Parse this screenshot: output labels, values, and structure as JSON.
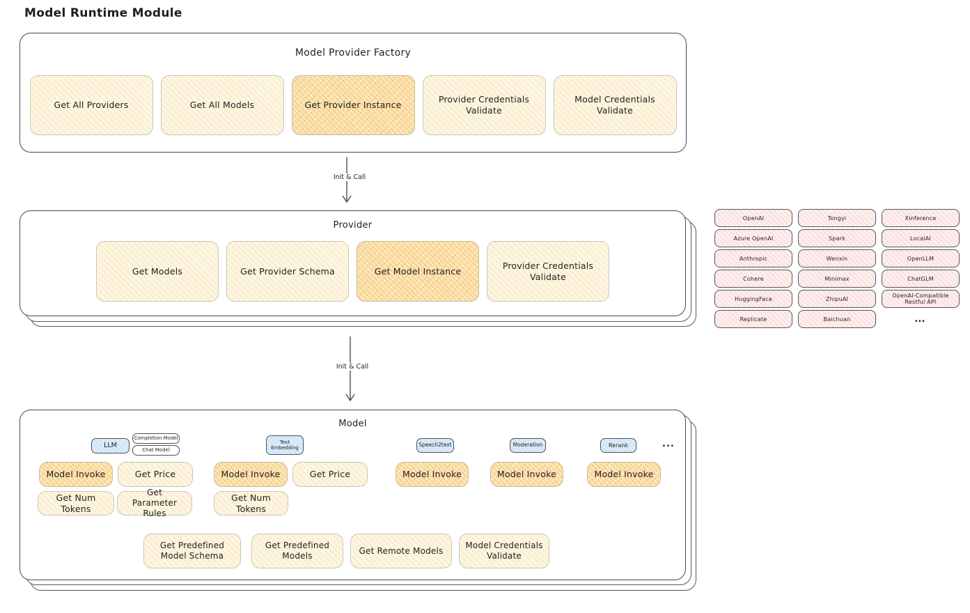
{
  "page_title": "Model Runtime Module",
  "colors": {
    "node_fill": "#fdf6e2",
    "node_highlight_fill": "#fbe9c0",
    "type_tab_fill": "#dcecfa",
    "provider_fill": "#fdefee",
    "stroke": "#45484c"
  },
  "arrows": {
    "factory_to_provider": "Init & Call",
    "provider_to_model": "Init & Call"
  },
  "factory": {
    "title": "Model Provider Factory",
    "buttons": [
      {
        "label": "Get All Providers",
        "highlighted": false
      },
      {
        "label": "Get All Models",
        "highlighted": false
      },
      {
        "label": "Get Provider Instance",
        "highlighted": true
      },
      {
        "label": "Provider Credentials Validate",
        "highlighted": false
      },
      {
        "label": "Model Credentials Validate",
        "highlighted": false
      }
    ]
  },
  "provider": {
    "title": "Provider",
    "buttons": [
      {
        "label": "Get Models",
        "highlighted": false
      },
      {
        "label": "Get Provider Schema",
        "highlighted": false
      },
      {
        "label": "Get Model Instance",
        "highlighted": true
      },
      {
        "label": "Provider Credentials Validate",
        "highlighted": false
      }
    ]
  },
  "provider_list": {
    "items": [
      "OpenAI",
      "Tongyi",
      "Xinference",
      "Azure OpenAI",
      "Spark",
      "LocalAI",
      "Anthropic",
      "Wenxin",
      "OpenLLM",
      "Cohere",
      "Minimax",
      "ChatGLM",
      "HuggingFace",
      "ZhipuAI",
      "OpenAI-Compatible Restful API",
      "Replicate",
      "Baichuan"
    ],
    "more_label": "..."
  },
  "model": {
    "title": "Model",
    "tabs": {
      "llm": "LLM",
      "completion": "Completion Model",
      "chat": "Chat Model",
      "text_embedding": "Text Embedding",
      "speech2text": "Speech2text",
      "moderation": "Moderation",
      "rerank": "Rerank",
      "more": "..."
    },
    "buttons": {
      "llm_invoke": "Model Invoke",
      "llm_get_price": "Get Price",
      "llm_get_num_tokens": "Get Num Tokens",
      "llm_get_parameter_rules": "Get Parameter Rules",
      "embedding_invoke": "Model Invoke",
      "embedding_get_price": "Get Price",
      "embedding_get_num_tokens": "Get Num Tokens",
      "speech2text_invoke": "Model Invoke",
      "moderation_invoke": "Model Invoke",
      "rerank_invoke": "Model Invoke",
      "get_predefined_model_schema": "Get Predefined Model Schema",
      "get_predefined_models": "Get Predefined Models",
      "get_remote_models": "Get Remote Models",
      "model_credentials_validate": "Model Credentials Validate"
    }
  }
}
